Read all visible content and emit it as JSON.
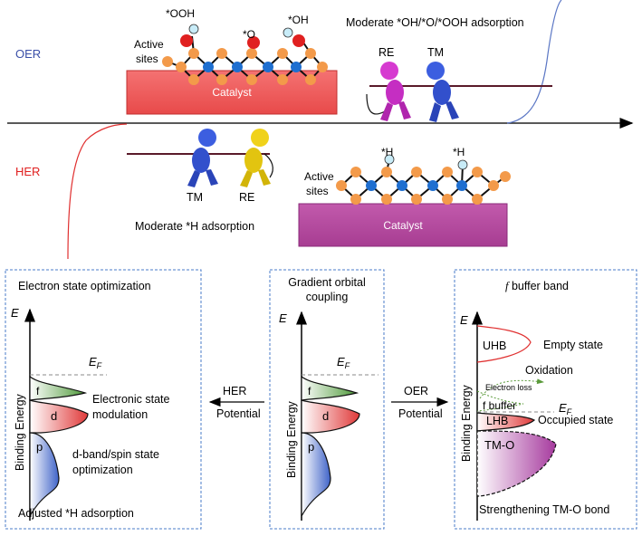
{
  "colors": {
    "oer": "#3a4fa8",
    "her": "#e02020",
    "catalyst_oer": "#f05a5a",
    "catalyst_her": "#b0459a",
    "panel_border": "#4a7bc8",
    "f_band": "#5a9a3a",
    "d_band": "#e04040",
    "p_band": "#4a6cc8",
    "tmo_band": "#b04aa8",
    "metal_atom": "#1f6fd0",
    "oxygen_atom": "#f39a4a",
    "adsorbate_red": "#e02020",
    "adsorbate_h": "#c8ecf8"
  },
  "top": {
    "oer_label": "OER",
    "her_label": "HER",
    "oer": {
      "adsorbates": [
        "*OOH",
        "*O",
        "*OH"
      ],
      "active_sites_line1": "Active",
      "active_sites_line2": "sites",
      "catalyst_label": "Catalyst",
      "description": "Moderate *OH/*O/*OOH adsorption",
      "figure_left_label": "RE",
      "figure_right_label": "TM",
      "figure_left_color": "#d63ad0",
      "figure_right_color": "#3c5ee0"
    },
    "her": {
      "adsorbates": [
        "*H",
        "*H"
      ],
      "active_sites_line1": "Active",
      "active_sites_line2": "sites",
      "catalyst_label": "Catalyst",
      "description": "Moderate *H adsorption",
      "figure_left_label": "TM",
      "figure_right_label": "RE",
      "figure_left_color": "#3c5ee0",
      "figure_right_color": "#f0d21a"
    }
  },
  "panels": {
    "left": {
      "title": "Electron state optimization",
      "energy_axis": "E",
      "y_axis_label": "Binding Energy",
      "fermi_label": "E",
      "fermi_sub": "F",
      "band_f": "f",
      "band_d": "d",
      "band_p": "p",
      "note1_line1": "Electronic state",
      "note1_line2": "modulation",
      "note2_line1": "d-band/spin state",
      "note2_line2": "optimization",
      "footer": "Adjusted *H adsorption"
    },
    "middle": {
      "title_line1": "Gradient orbital",
      "title_line2": "coupling",
      "energy_axis": "E",
      "y_axis_label": "Binding Energy",
      "fermi_label": "E",
      "fermi_sub": "F",
      "band_f": "f",
      "band_d": "d",
      "band_p": "p"
    },
    "right": {
      "title_italic": "f",
      "title_rest": " buffer band",
      "energy_axis": "E",
      "y_axis_label": "Binding Energy",
      "uhb": "UHB",
      "empty_state": "Empty state",
      "oxidation": "Oxidation",
      "electron_loss": "Electron loss",
      "f_buffer": "f buffer",
      "fermi_label": "E",
      "fermi_sub": "F",
      "lhb": "LHB",
      "occupied_state": "Occupied state",
      "tmo": "TM-O",
      "footer": "Strengthening TM-O bond"
    },
    "arrows": {
      "her_label": "HER",
      "her_potential": "Potential",
      "oer_label": "OER",
      "oer_potential": "Potential"
    }
  }
}
